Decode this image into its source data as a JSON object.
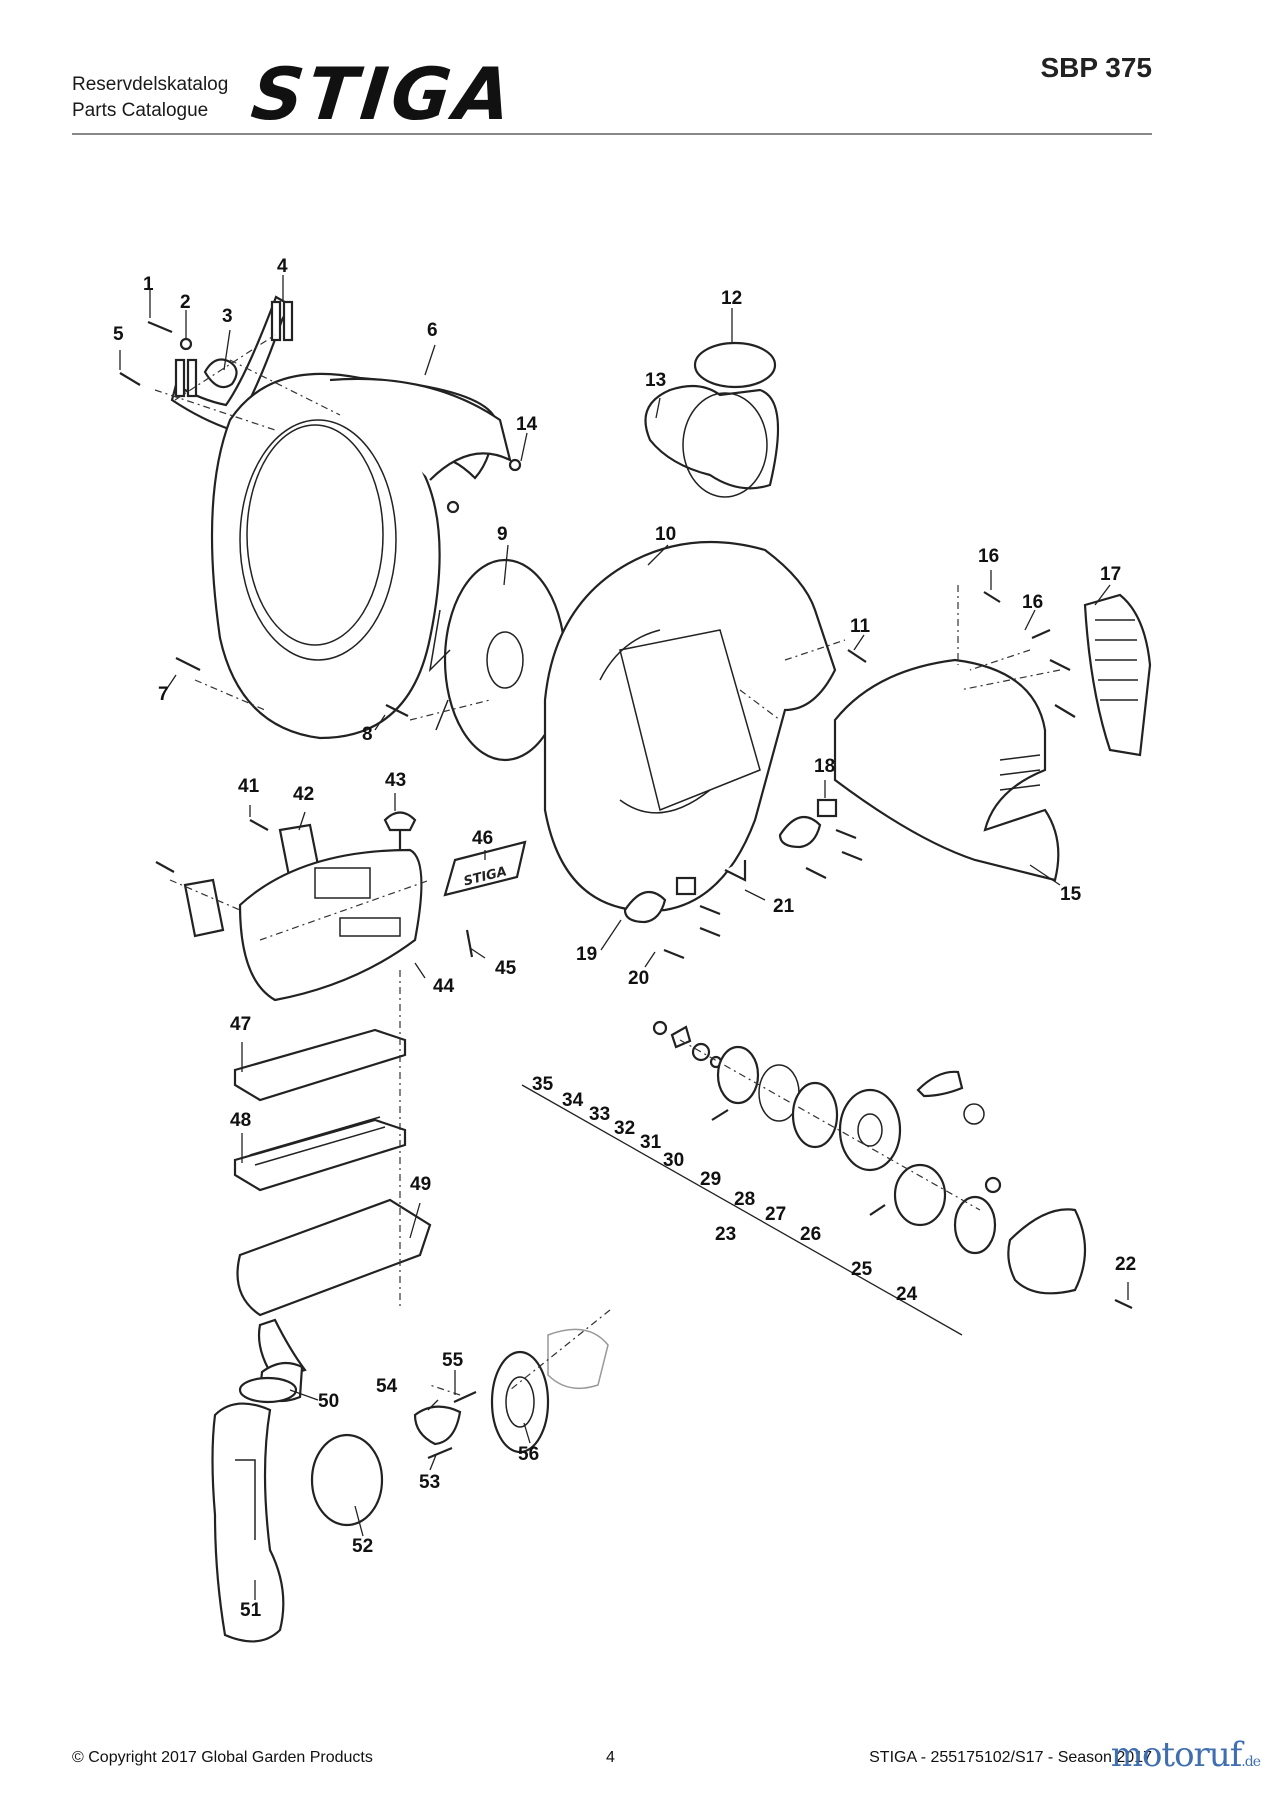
{
  "header": {
    "subtitle_1": "Reservdelskatalog",
    "subtitle_2": "Parts Catalogue",
    "logo_text": "STIGA",
    "model": "SBP 375"
  },
  "diagram": {
    "part_numbers": [
      "1",
      "2",
      "3",
      "4",
      "5",
      "6",
      "7",
      "8",
      "9",
      "10",
      "11",
      "12",
      "13",
      "14",
      "15",
      "16",
      "16",
      "17",
      "18",
      "19",
      "20",
      "21",
      "22",
      "23",
      "24",
      "25",
      "26",
      "27",
      "28",
      "29",
      "30",
      "31",
      "32",
      "33",
      "34",
      "35",
      "41",
      "42",
      "43",
      "44",
      "45",
      "46",
      "47",
      "48",
      "49",
      "50",
      "51",
      "52",
      "53",
      "54",
      "55",
      "56"
    ],
    "decal_text": "STIGA"
  },
  "footer": {
    "copyright": "© Copyright 2017 Global Garden Products",
    "page": "4",
    "doc_ref": "STIGA - 255175102/S17 - Season 2017"
  },
  "watermark": {
    "name": "motoruf",
    "suffix": ".de"
  }
}
